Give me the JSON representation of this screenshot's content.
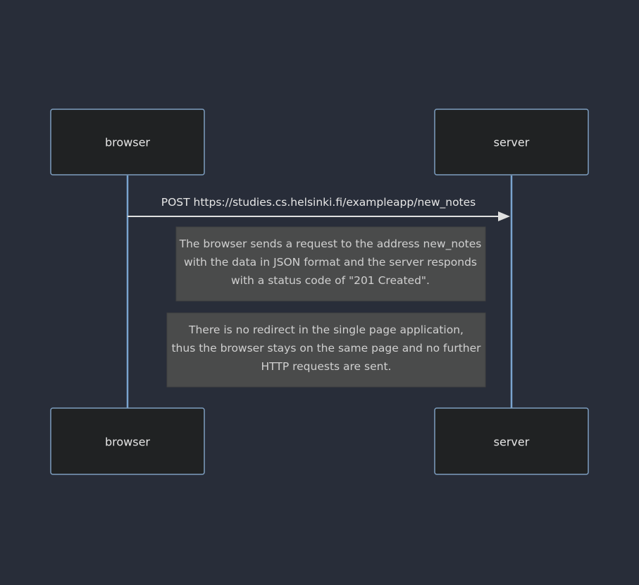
{
  "participants": {
    "browser": "browser",
    "server": "server"
  },
  "message": {
    "label": "POST https://studies.cs.helsinki.fi/exampleapp/new_notes",
    "from": "browser",
    "to": "server"
  },
  "notes": [
    {
      "lines": [
        "The browser sends a request to the address new_notes",
        "with the data in JSON format and the server responds",
        "with a status code of \"201 Created\"."
      ]
    },
    {
      "lines": [
        "There is no redirect in the single page application,",
        "thus the browser stays on the same page and no further",
        "HTTP requests are sent."
      ]
    }
  ],
  "colors": {
    "background": "#282d39",
    "actor_fill": "#202223",
    "actor_border": "#7d9ec0",
    "lifeline": "#7aa4cf",
    "note_fill": "#4a4b4b",
    "text": "#e6e6e6"
  }
}
